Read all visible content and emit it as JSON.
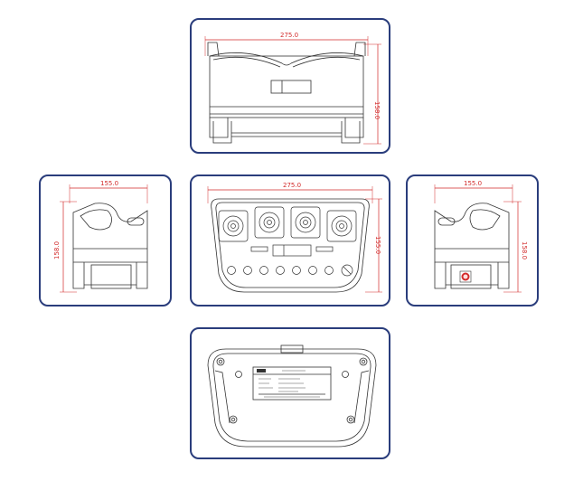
{
  "views": {
    "front": {
      "width_label": "275.0",
      "height_label": "158.0"
    },
    "left": {
      "width_label": "155.0",
      "height_label": "158.0"
    },
    "top": {
      "width_label": "275.0",
      "height_label": "155.0"
    },
    "right": {
      "width_label": "155.0",
      "height_label": "158.0"
    },
    "bottom": {}
  },
  "colors": {
    "panel_border": "#2a3d7c",
    "dimension": "#d22a2a",
    "line": "#333333"
  }
}
